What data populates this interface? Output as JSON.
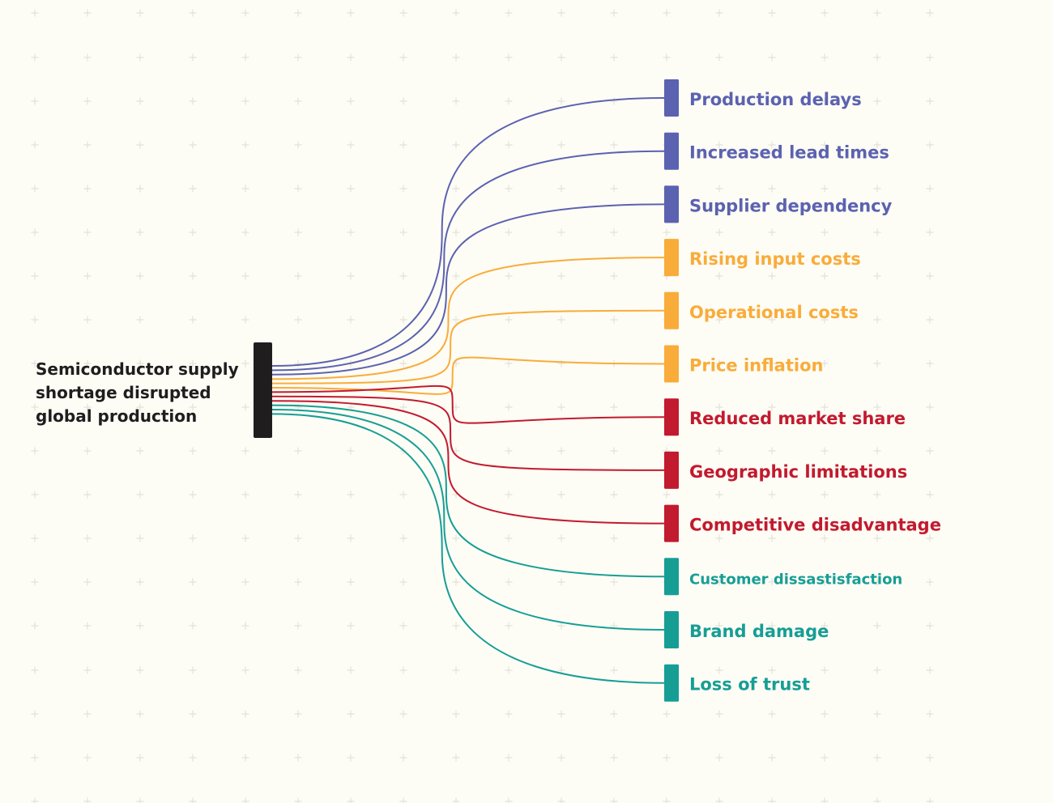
{
  "source": {
    "lines": [
      "Semiconductor supply",
      "shortage disrupted",
      "global production"
    ],
    "color": "#1f1d1e"
  },
  "colors": {
    "background": "#fdfcf5",
    "grid": "#e3e2da",
    "operations": "#5b62b0",
    "costs": "#f9ac3a",
    "market": "#c21a2e",
    "customer": "#169e95"
  },
  "effects": [
    {
      "label": "Production delays",
      "group": "operations"
    },
    {
      "label": "Increased lead times",
      "group": "operations"
    },
    {
      "label": "Supplier dependency",
      "group": "operations"
    },
    {
      "label": "Rising input costs",
      "group": "costs"
    },
    {
      "label": "Operational costs",
      "group": "costs"
    },
    {
      "label": "Price inflation",
      "group": "costs"
    },
    {
      "label": "Reduced market share",
      "group": "market"
    },
    {
      "label": "Geographic limitations",
      "group": "market"
    },
    {
      "label": "Competitive disadvantage",
      "group": "market"
    },
    {
      "label": "Customer dissastisfaction",
      "group": "customer",
      "small": true
    },
    {
      "label": "Brand damage",
      "group": "customer"
    },
    {
      "label": "Loss of trust",
      "group": "customer"
    }
  ]
}
